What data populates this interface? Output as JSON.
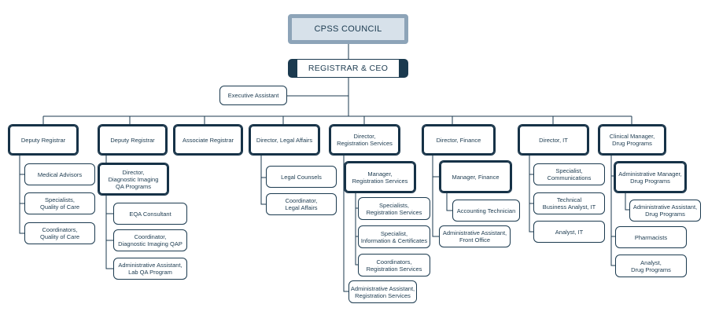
{
  "council": "CPSS COUNCIL",
  "registrar": "REGISTRAR & CEO",
  "executive_assistant": "Executive Assistant",
  "departments": {
    "deputy1": "Deputy Registrar",
    "deputy2": "Deputy Registrar",
    "associate": "Associate Registrar",
    "legal": "Director, Legal Affairs",
    "registration": [
      "Director,",
      "Registration Services"
    ],
    "finance": "Director, Finance",
    "it": "Director, IT",
    "clinical": [
      "Clinical Manager,",
      "Drug Programs"
    ]
  },
  "staff": {
    "medical_advisors": "Medical Advisors",
    "specialists_qoc": [
      "Specialists,",
      "Quality of Care"
    ],
    "coordinators_qoc": [
      "Coordinators,",
      "Quality of Care"
    ],
    "director_diqa": [
      "Director,",
      "Diagnostic Imaging",
      "QA Programs"
    ],
    "eqa_consultant": "EQA Consultant",
    "coordinator_diqap": [
      "Coordinator,",
      "Diagnostic Imaging QAP"
    ],
    "admin_lab_qa": [
      "Administrative Assistant,",
      "Lab QA Program"
    ],
    "legal_counsels": "Legal Counsels",
    "coordinator_legal": [
      "Coordinator,",
      "Legal Affairs"
    ],
    "manager_reg": [
      "Manager,",
      "Registration Services"
    ],
    "specialists_reg": [
      "Specialists,",
      "Registration Services"
    ],
    "specialist_info": [
      "Specialist,",
      "Information & Certificates"
    ],
    "coordinators_reg": [
      "Coordinators,",
      "Registration Services"
    ],
    "admin_reg": [
      "Administrative Assistant,",
      "Registration Services"
    ],
    "manager_finance": "Manager, Finance",
    "accounting_tech": "Accounting Technician",
    "admin_front": [
      "Administrative Assistant,",
      "Front Office"
    ],
    "specialist_comm": [
      "Specialist,",
      "Communications"
    ],
    "tech_ba": [
      "Technical",
      "Business Analyst, IT"
    ],
    "analyst_it": "Analyst, IT",
    "admin_mgr_drug": [
      "Administrative Manager,",
      "Drug Programs"
    ],
    "admin_asst_drug": [
      "Administrative Assistant,",
      "Drug Programs"
    ],
    "pharmacists": "Pharmacists",
    "analyst_drug": [
      "Analyst,",
      "Drug Programs"
    ]
  }
}
